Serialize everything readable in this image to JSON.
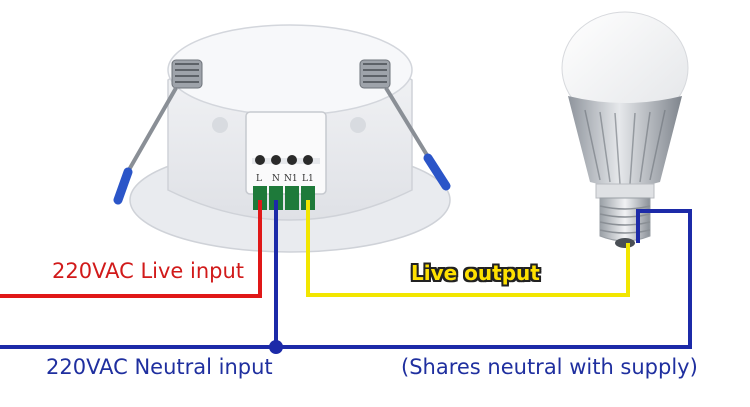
{
  "labels": {
    "live_input": "220VAC Live input",
    "neutral_input": "220VAC Neutral input",
    "live_output": "Live output",
    "shares_neutral": "(Shares neutral with supply)"
  },
  "terminals": [
    "L",
    "N",
    "N1",
    "L1"
  ],
  "wire_colors": {
    "live": "#e01818",
    "neutral": "#1c2aa8",
    "output": "#f2e600"
  }
}
